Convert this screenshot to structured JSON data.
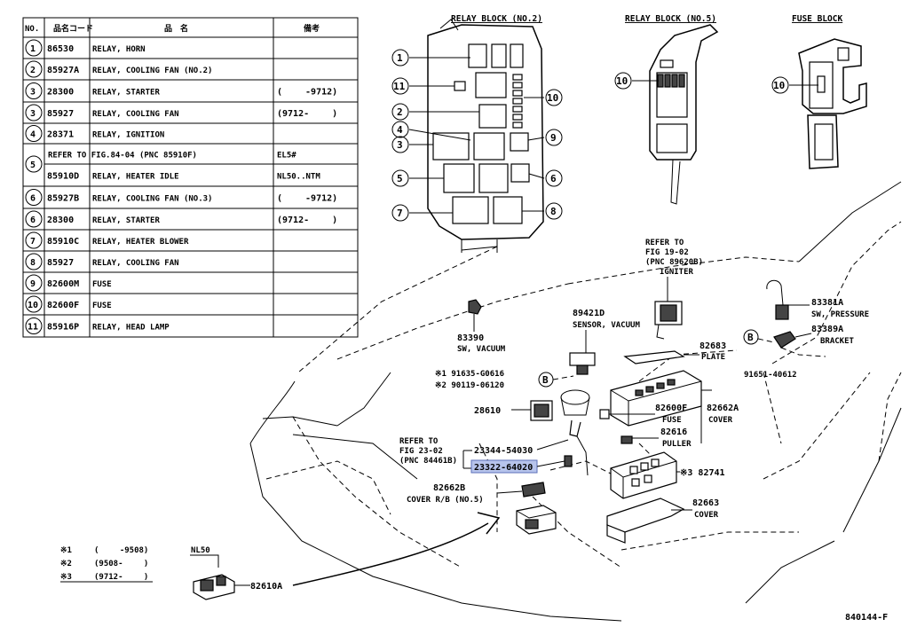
{
  "table": {
    "headers": [
      "NO.",
      "品名コード",
      "品　名",
      "備考"
    ],
    "rows": [
      {
        "no": "1",
        "code": "86530",
        "name": "RELAY, HORN",
        "note": ""
      },
      {
        "no": "2",
        "code": "85927A",
        "name": "RELAY, COOLING FAN (NO.2)",
        "note": ""
      },
      {
        "no": "3",
        "code": "28300",
        "name": "RELAY, STARTER",
        "note": "(　　 -9712)"
      },
      {
        "no": "3",
        "code": "85927",
        "name": "RELAY, COOLING FAN",
        "note": "(9712- 　　)"
      },
      {
        "no": "4",
        "code": "28371",
        "name": "RELAY, IGNITION",
        "note": ""
      },
      {
        "no": "5",
        "code": "",
        "name": "REFER TO FIG.84-04 (PNC 85910F)",
        "note": "EL5#"
      },
      {
        "no": "",
        "code": "85910D",
        "name": "RELAY, HEATER IDLE",
        "note": "NL50..NTM"
      },
      {
        "no": "6",
        "code": "85927B",
        "name": "RELAY, COOLING FAN (NO.3)",
        "note": "(　　 -9712)"
      },
      {
        "no": "6",
        "code": "28300",
        "name": "RELAY, STARTER",
        "note": "(9712- 　　)"
      },
      {
        "no": "7",
        "code": "85910C",
        "name": "RELAY, HEATER BLOWER",
        "note": ""
      },
      {
        "no": "8",
        "code": "85927",
        "name": "RELAY, COOLING FAN",
        "note": ""
      },
      {
        "no": "9",
        "code": "82600M",
        "name": "FUSE",
        "note": ""
      },
      {
        "no": "10",
        "code": "82600F",
        "name": "FUSE",
        "note": ""
      },
      {
        "no": "11",
        "code": "85916P",
        "name": "RELAY, HEAD LAMP",
        "note": ""
      }
    ]
  },
  "titles": {
    "relay_block_2": "RELAY BLOCK (NO.2)",
    "relay_block_5": "RELAY BLOCK (NO.5)",
    "fuse_block": "FUSE BLOCK"
  },
  "callouts": {
    "n1": "1",
    "n2": "2",
    "n3": "3",
    "n4": "4",
    "n5": "5",
    "n6": "6",
    "n7": "7",
    "n8": "8",
    "n9": "9",
    "n10": "10",
    "n11": "11",
    "b": "B"
  },
  "parts": {
    "refer_fig19": [
      "REFER TO",
      "FIG 19-02",
      "(PNC 89620B)",
      "IGNITER"
    ],
    "p83390": "83390",
    "p83390_desc": "SW, VACUUM",
    "p89421d": "89421D",
    "p89421d_desc": "SENSOR, VACUUM",
    "p82683": "82683",
    "p82683_desc": "PLATE",
    "p91635": "※1 91635-G0616",
    "p90119": "※2 90119-06120",
    "p28610": "28610",
    "p82600f": "82600F",
    "p82600f_desc": "FUSE",
    "p82662a": "82662A",
    "p82662a_desc": "COVER",
    "p82616": "82616",
    "p82616_desc": "PULLER",
    "refer_fig23": [
      "REFER TO",
      "FIG 23-02",
      "(PNC 84461B)"
    ],
    "p23344": "23344-54030",
    "p23322": "23322-64020",
    "p82741": "※3 82741",
    "p82662b": "82662B",
    "p82662b_desc": "COVER R/B (NO.5)",
    "p82663": "82663",
    "p82663_desc": "COVER",
    "p83381a": "83381A",
    "p83381a_desc": "SW, PRESSURE",
    "p83389a": "83389A",
    "p83389a_desc": "BRACKET",
    "p91651": "91651-40612",
    "nl50": "NL50",
    "p82610a": "82610A"
  },
  "legend": [
    {
      "mark": "※1",
      "range": "(　　 -9508)"
    },
    {
      "mark": "※2",
      "range": "(9508- 　　)"
    },
    {
      "mark": "※3",
      "range": "(9712- 　　)"
    }
  ],
  "figure_id": "840144-F",
  "colors": {
    "highlight": "#b7c4ec",
    "line": "#000000",
    "background": "#ffffff"
  }
}
